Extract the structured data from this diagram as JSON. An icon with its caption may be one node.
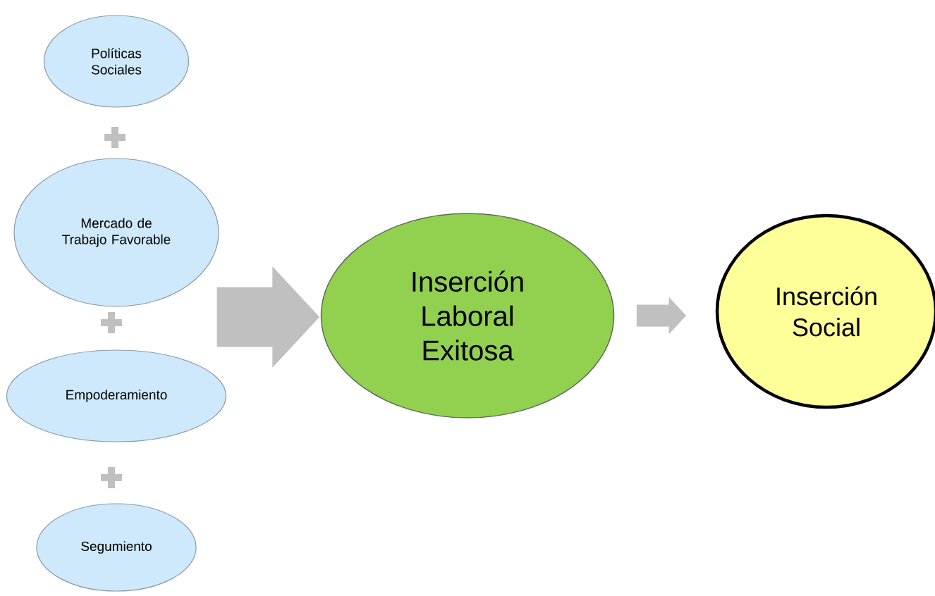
{
  "diagram": {
    "nodes": [
      {
        "text": [
          "Políticas Sociales"
        ]
      },
      {
        "text": [
          "Mercado de Trabajo Favorable"
        ]
      },
      {
        "text": [
          "Empoderamiento"
        ]
      },
      {
        "text": [
          "Segumiento"
        ]
      },
      {
        "text": [
          "Inserción Laboral Exitosa"
        ]
      },
      {
        "text": [
          "Inserción Social"
        ]
      }
    ],
    "edges": [
      {
        "from": null,
        "to": 4,
        "arrow": "to",
        "style": "thick"
      },
      {
        "from": 4,
        "to": 5,
        "arrow": "to"
      }
    ]
  }
}
